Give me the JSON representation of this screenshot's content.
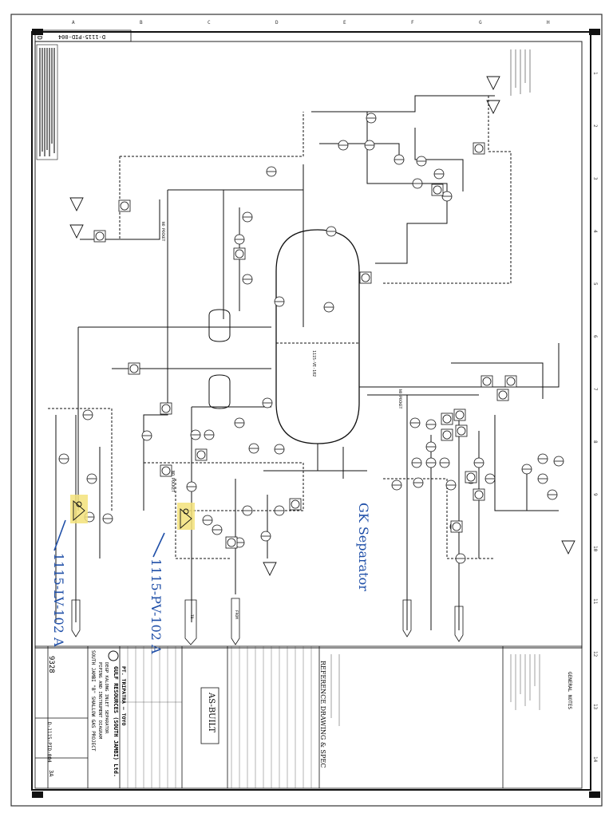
{
  "drawing": {
    "doc_number_top": "D-1115-PID-004",
    "sheet_marker": "D",
    "project": "SOUTH JAMBI \"B\" SHALLOW GAS PROJECT",
    "owner": "GULF RESOURCES (SOUTH JAMBI) Ltd.",
    "contractor": "PT. TRIPATRA — TOYO",
    "drawing_title": "PIPING AND INSTRUMENT DIAGRAM",
    "drawing_subtitle": "DEGP KALONG INLET SEPARATOR",
    "drawing_no": "9328",
    "doc_number_bottom": "D-1115-PID-004",
    "revision": "3A",
    "as_built": "AS-BUILT",
    "reference_heading": "REFERENCE DRAWING & SPEC",
    "general_notes_heading": "GENERAL NOTES",
    "vessel_tag": "1115-VE-102",
    "no_pocket_1": "NO POCKET",
    "no_pocket_2": "NO POCKET",
    "no_pocket_3": "NO POCKET",
    "from_label": "FROM",
    "to_label": "TO"
  },
  "handwritten": {
    "lv": "1115-LV-102 A",
    "pv": "1115-PV-102 A",
    "separator": "GK Separator"
  },
  "grid": {
    "row_numbers": [
      "1",
      "2",
      "3",
      "4",
      "5",
      "6",
      "7",
      "8",
      "9",
      "10",
      "11",
      "12",
      "13",
      "14"
    ],
    "col_letters": [
      "A",
      "B",
      "C",
      "D",
      "E",
      "F",
      "G",
      "H"
    ]
  },
  "colors": {
    "line": "#111111",
    "highlight": "#f3e27a",
    "handwriting": "#1f4fa8",
    "paper": "#ffffff"
  }
}
